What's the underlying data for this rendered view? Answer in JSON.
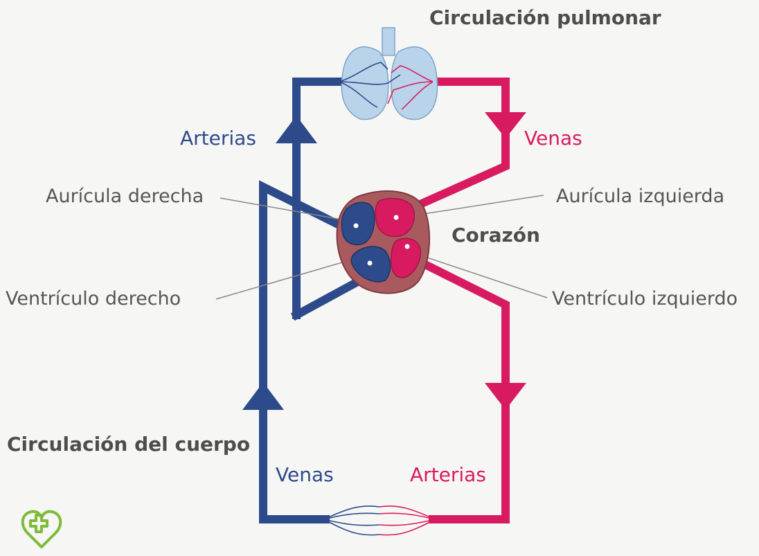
{
  "colors": {
    "blue": "#2d4a8a",
    "pink": "#d81b60",
    "heart_muscle": "#a85a5e",
    "lung_fill": "#b9d3ea",
    "label_gray": "#555555",
    "logo_green": "#7dbb3a"
  },
  "labels": {
    "pulmonary": "Circulación pulmonar",
    "arteries_top": "Arterias",
    "veins_top": "Venas",
    "right_atrium": "Aurícula derecha",
    "left_atrium": "Aurícula izquierda",
    "heart": "Corazón",
    "right_ventricle": "Ventrículo derecho",
    "left_ventricle": "Ventrículo izquierdo",
    "body": "Circulación del cuerpo",
    "veins_bottom": "Venas",
    "arteries_bottom": "Arterias"
  },
  "icons": {
    "lungs": "lungs-icon",
    "capillaries": "capillaries-icon",
    "logo": "heart-cross-logo-icon"
  }
}
